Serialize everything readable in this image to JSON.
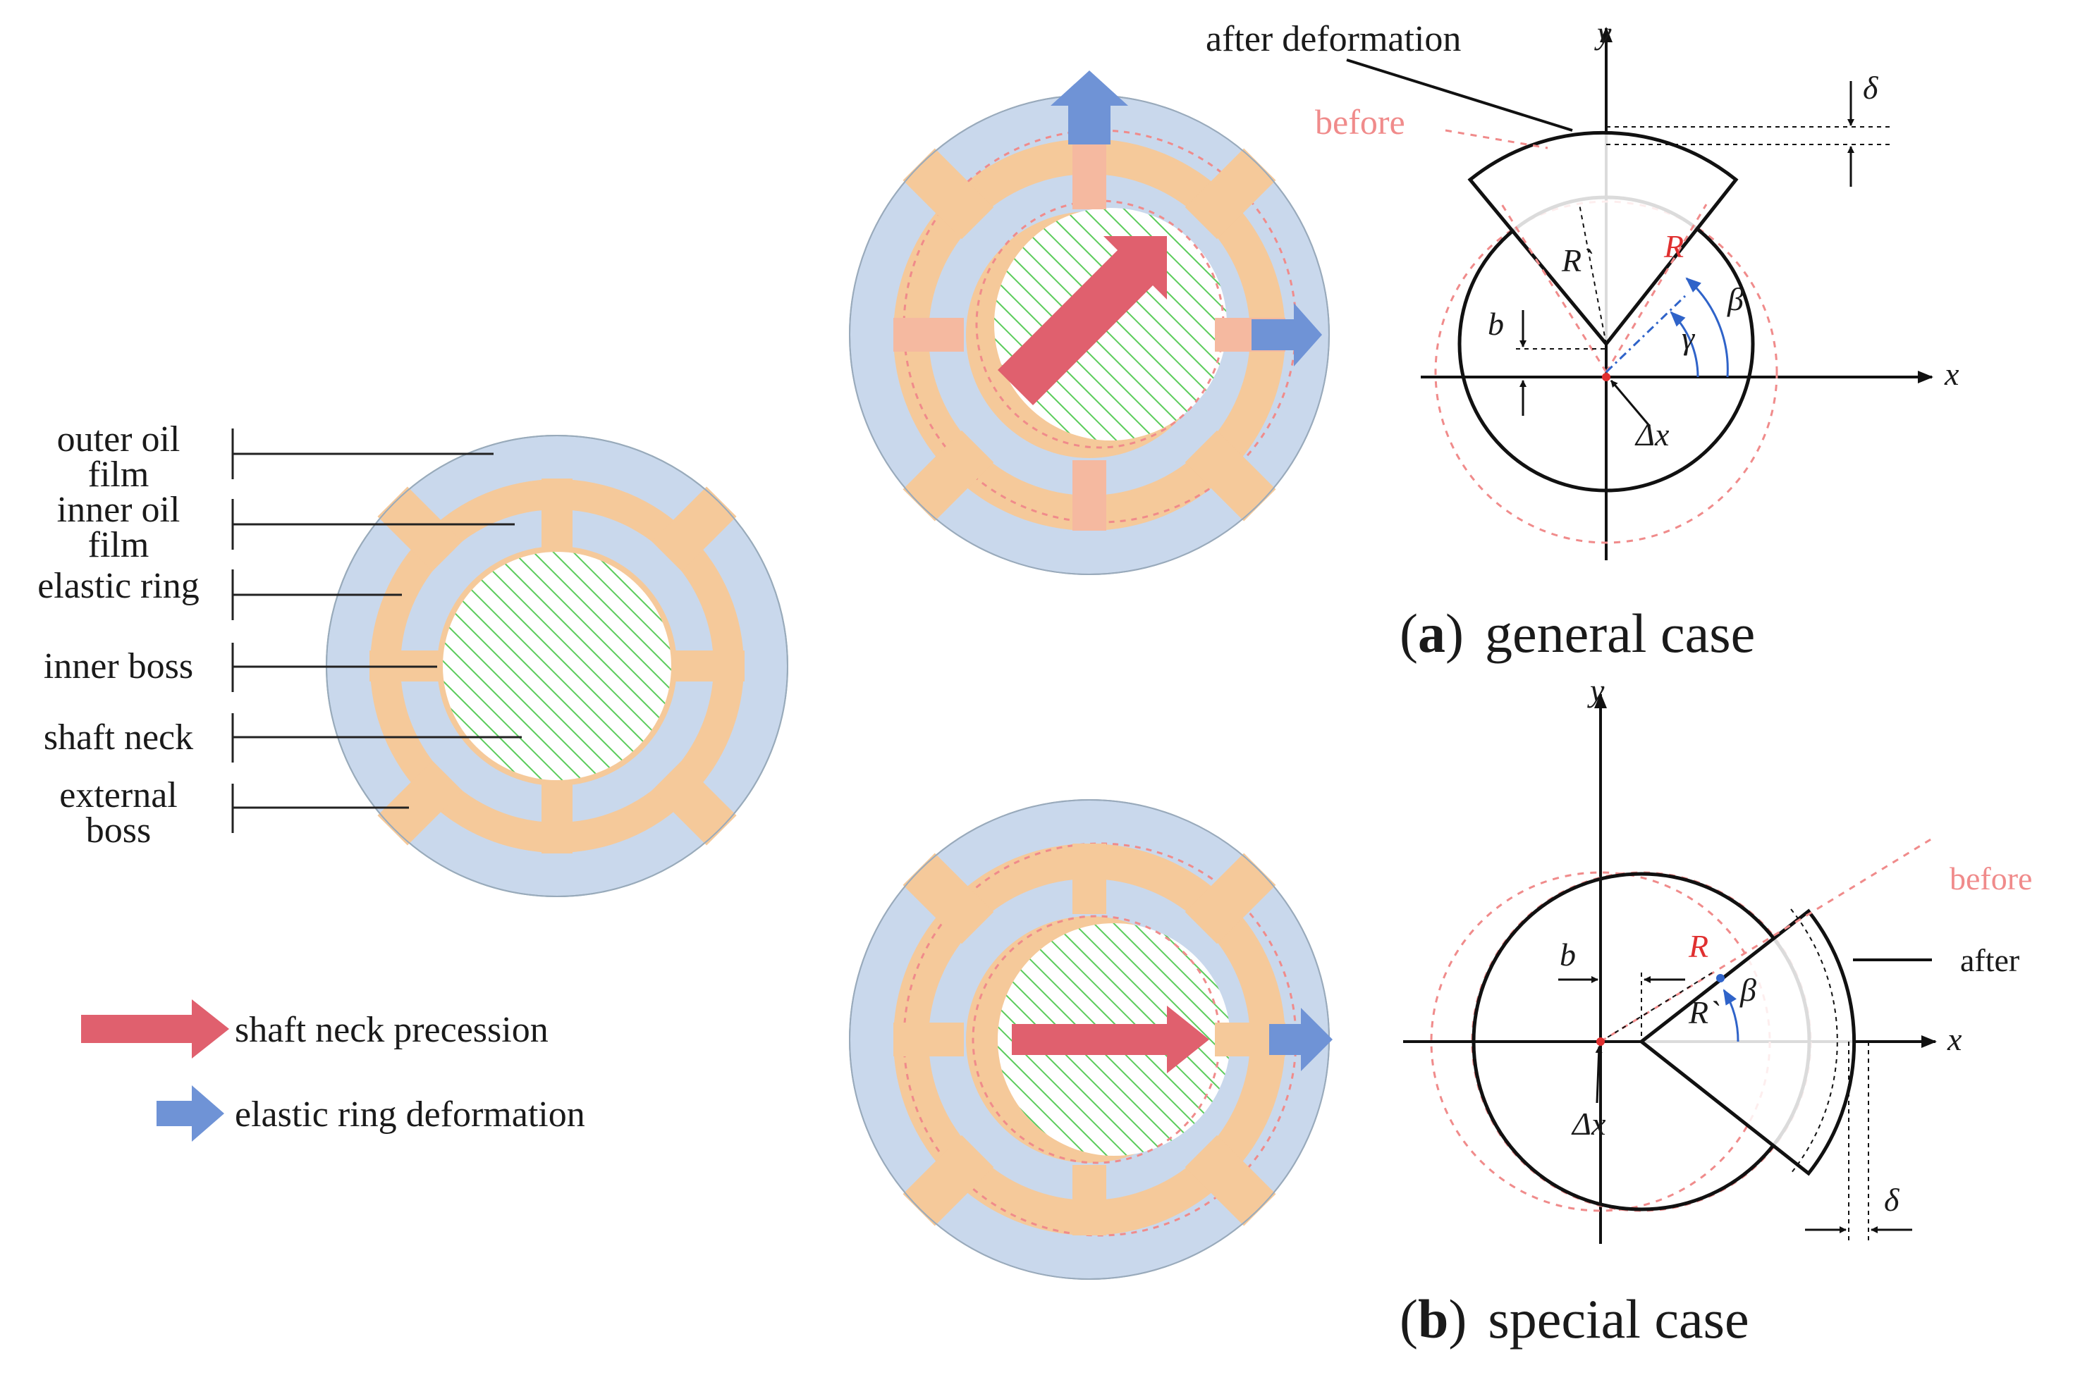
{
  "labels": {
    "outer_oil_film_1": "outer oil",
    "outer_oil_film_2": "film",
    "inner_oil_film_1": "inner oil",
    "inner_oil_film_2": "film",
    "elastic_ring": "elastic ring",
    "inner_boss": "inner boss",
    "shaft_neck": "shaft neck",
    "external_boss_1": "external",
    "external_boss_2": "boss"
  },
  "legend": {
    "precession": "shaft neck precession",
    "deformation": "elastic ring deformation"
  },
  "panel_a": {
    "caption_letter": "a",
    "caption_text": "general case",
    "after": "after  deformation",
    "before": "before",
    "delta": "δ",
    "y": "y",
    "x": "x",
    "b": "b",
    "R_prime": "R`",
    "R": "R",
    "beta": "β",
    "gamma": "γ",
    "dx": "Δx"
  },
  "panel_b": {
    "caption_letter": "b",
    "caption_text": "special case",
    "before": "before",
    "after": "after",
    "delta": "δ",
    "y": "y",
    "x": "x",
    "b": "b",
    "R": "R",
    "R_prime": "R`",
    "beta": "β",
    "dx": "Δx"
  },
  "colors": {
    "oil_film": "#c9d8ec",
    "elastic_ring": "#f5c99a",
    "shaft_hatch": "#5ccc5c",
    "precession_arrow": "#e0606e",
    "deformation_arrow": "#6f93d6",
    "before_dashed": "#f08b8b",
    "R_label": "#e03030",
    "angle_arrow": "#2f63c9"
  }
}
